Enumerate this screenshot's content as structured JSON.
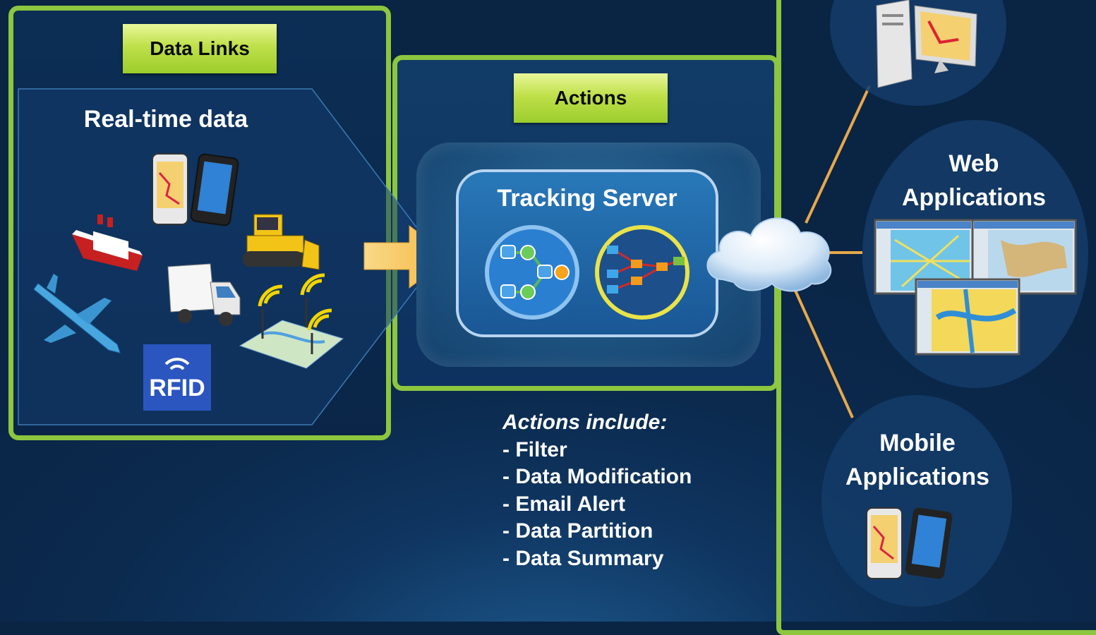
{
  "data_links": {
    "tag": "Data Links",
    "title": "Real-time data",
    "rfid_label": "RFID",
    "sources": [
      "ship-icon",
      "smartphone-icon",
      "bulldozer-icon",
      "airplane-icon",
      "truck-icon",
      "sensor-map-icon",
      "rfid-icon"
    ]
  },
  "actions": {
    "tag": "Actions",
    "server_title": "Tracking Server",
    "list_heading": "Actions include:",
    "items": [
      "- Filter",
      "- Data Modification",
      "- Email Alert",
      "- Data Partition",
      "- Data Summary"
    ]
  },
  "outputs": {
    "web_label_line1": "Web",
    "web_label_line2": "Applications",
    "mobile_label_line1": "Mobile",
    "mobile_label_line2": "Applications"
  },
  "colors": {
    "accent_green": "#8dc63f",
    "arrow_orange": "#f7c35c",
    "connector": "#e8a84a",
    "background": "#0b2a4e"
  }
}
